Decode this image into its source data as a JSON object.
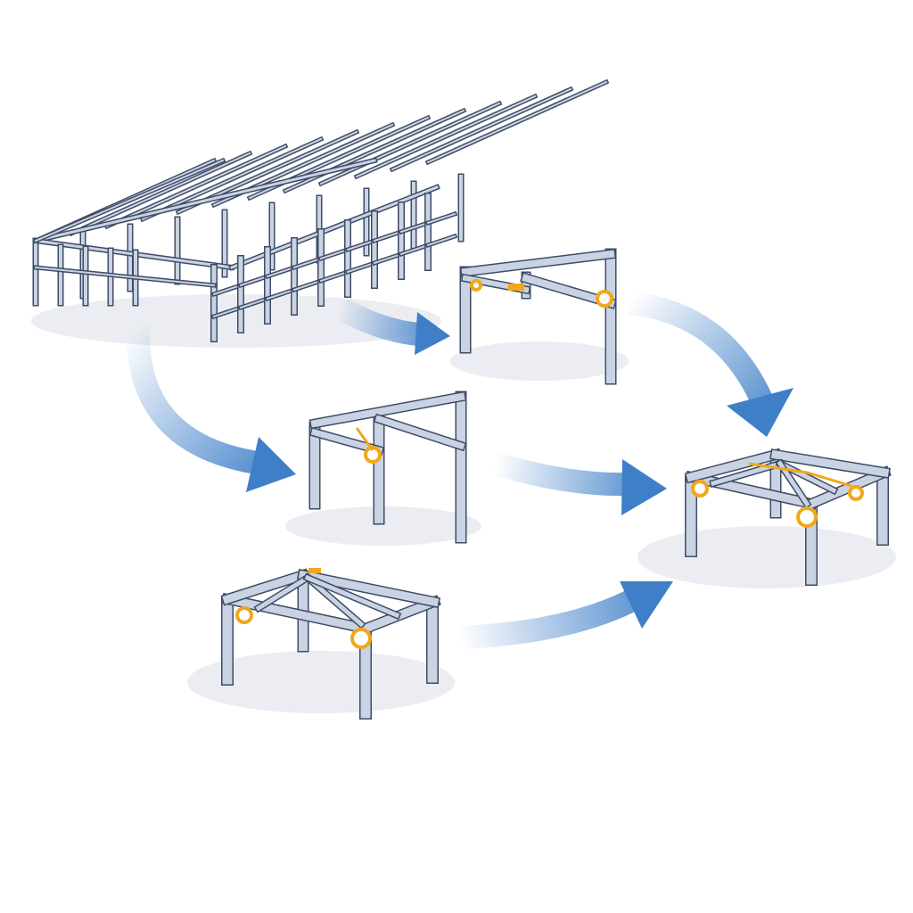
{
  "colors": {
    "background": "#ffffff",
    "steel_fill": "#c9d3e3",
    "steel_outline": "#3f4c66",
    "lifting_rigging": "#f0a81c",
    "arrow": "#3f7fc8",
    "shadow": "#e6e9ef"
  },
  "elements": {
    "source": "steel-building-frame",
    "modules": [
      "portal-frame-upper",
      "portal-frame-middle",
      "table-frame-lower",
      "assembled-module-right"
    ],
    "flow_arrows": 5
  }
}
